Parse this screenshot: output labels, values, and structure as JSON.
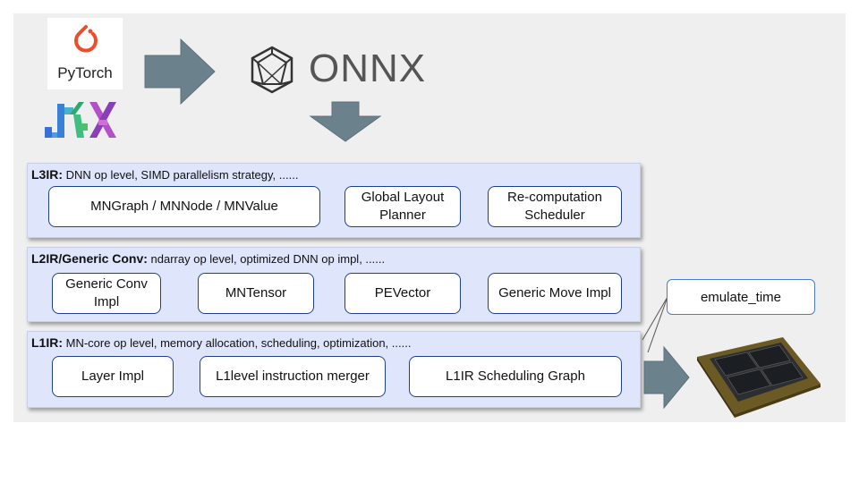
{
  "logos": {
    "pytorch_label": "PyTorch",
    "onnx_label": "ONNX",
    "jax_label": "JAX"
  },
  "layers": {
    "l3": {
      "title": "L3IR:",
      "desc": " DNN op level, SIMD parallelism strategy, ......",
      "boxes": [
        "MNGraph / MNNode / MNValue",
        "Global Layout Planner",
        "Re-computation Scheduler"
      ]
    },
    "l2": {
      "title": "L2IR/Generic Conv:",
      "desc": " ndarray op level, optimized DNN op impl, ......",
      "boxes": [
        "Generic Conv Impl",
        "MNTensor",
        "PEVector",
        "Generic Move Impl"
      ]
    },
    "l1": {
      "title": "L1IR:",
      "desc": " MN-core op level, memory allocation, scheduling, optimization, ......",
      "boxes": [
        "Layer Impl",
        "L1level instruction merger",
        "L1IR Scheduling Graph"
      ]
    }
  },
  "callout": {
    "label": "emulate_time"
  },
  "colors": {
    "arrow": "#6b818c",
    "layer_bg": "#dfe5fb",
    "box_border": "#1f3f91",
    "pytorch": "#ee4c2c"
  }
}
